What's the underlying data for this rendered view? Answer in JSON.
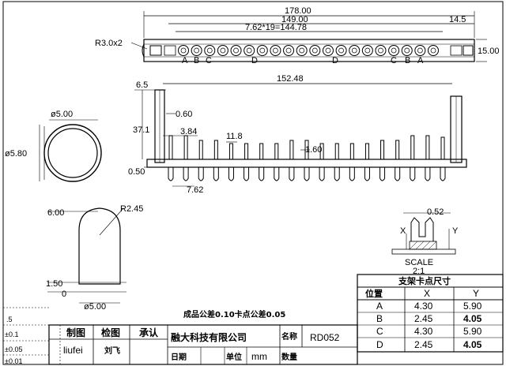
{
  "top_view": {
    "dims": [
      "178.00",
      "149.00",
      "14.5",
      "7.62*19=144.78",
      "15.00",
      "R3.0x2"
    ],
    "letters": [
      "A",
      "B",
      "C",
      "D",
      "D",
      "C",
      "B",
      "A"
    ]
  },
  "side_view": {
    "dims": [
      "6.5",
      "152.48",
      "0.60",
      "37.1",
      "3.84",
      "11.8",
      "1.60",
      "0.50",
      "7.62"
    ]
  },
  "ring_view": {
    "dims": [
      "ø5.00",
      "ø5.80"
    ]
  },
  "led_view": {
    "dims": [
      "6.00",
      "R2.45",
      "1.50",
      "0",
      "ø5.00"
    ]
  },
  "clip_detail": {
    "dims": [
      "0.52",
      "X",
      "Y"
    ],
    "scale_label": "SCALE",
    "scale_value": "2:1"
  },
  "tolerance_note": "成品公差0.10卡点公差0.05",
  "clip_table": {
    "title": "支架卡点尺寸",
    "headers": [
      "位置",
      "X",
      "Y"
    ],
    "rows": [
      {
        "pos": "A",
        "x": "4.30",
        "y": "5.90"
      },
      {
        "pos": "B",
        "x": "2.45",
        "y": "4.05"
      },
      {
        "pos": "C",
        "x": "4.30",
        "y": "5.90"
      },
      {
        "pos": "D",
        "x": "2.45",
        "y": "4.05"
      }
    ]
  },
  "title_block": {
    "draw_label": "制图",
    "check_label": "检图",
    "approve_label": "承认",
    "drafter": "liufei",
    "checker": "刘飞",
    "company": "融大科技有限公司",
    "name_label": "名称",
    "part_name": "RD052",
    "date_label": "日期",
    "unit_label": "单位",
    "unit_value": "mm",
    "qty_label": "数量"
  },
  "tolerance_legend": [
    ".5",
    "±0.1",
    "±0.05",
    "±0.01"
  ]
}
